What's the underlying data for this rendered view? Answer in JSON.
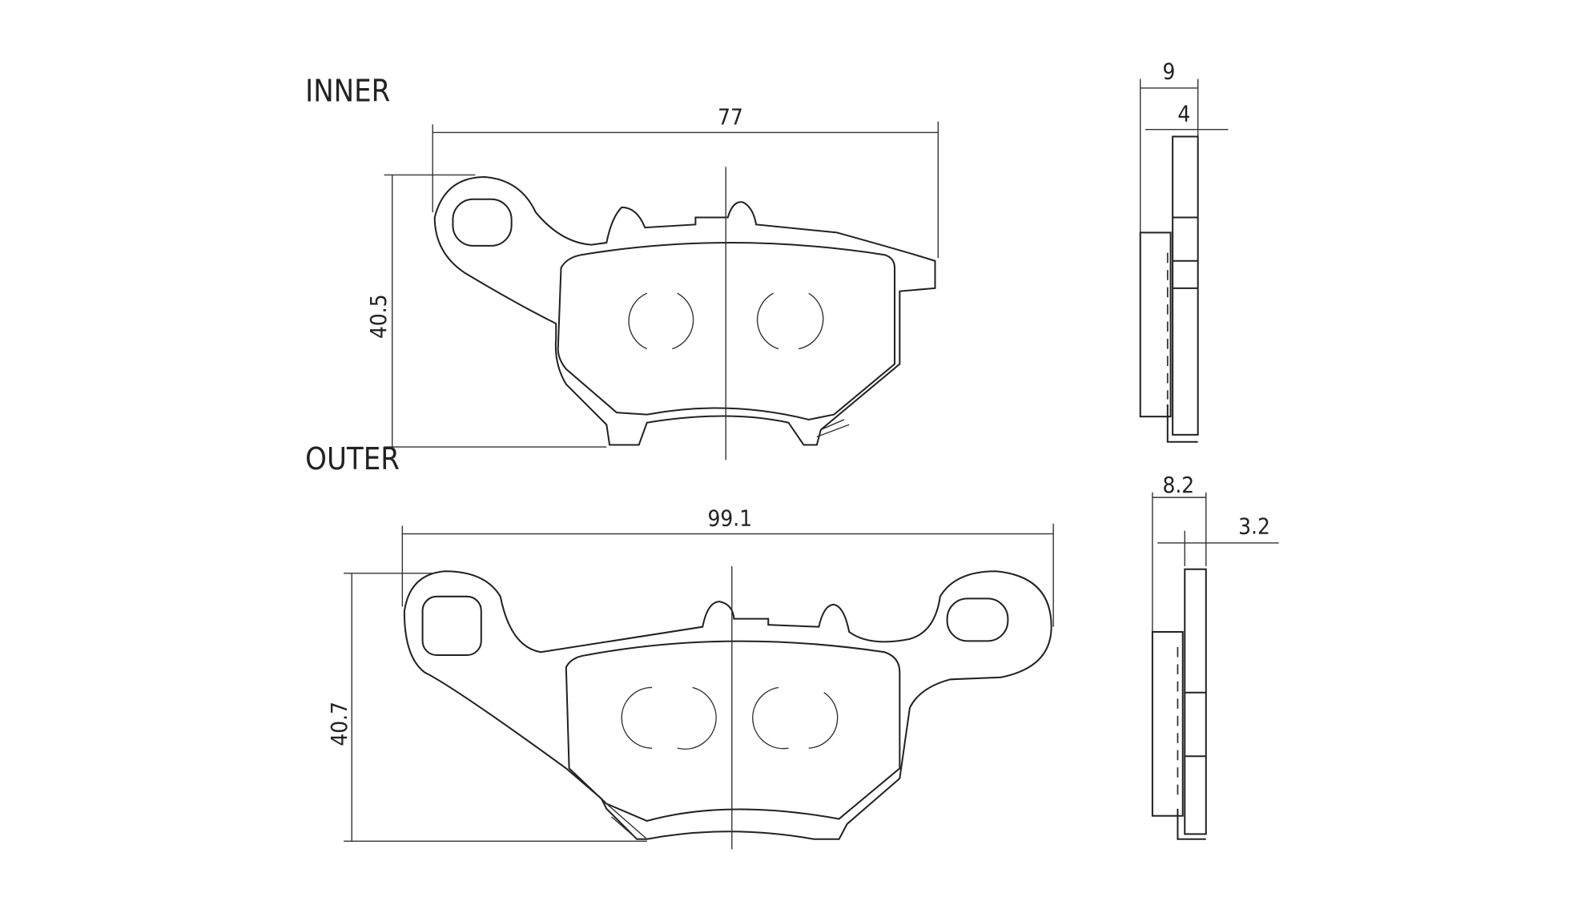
{
  "labels": {
    "inner": "INNER",
    "outer": "OUTER"
  },
  "inner": {
    "width": "77",
    "height": "40.5",
    "thickness_total": "9",
    "thickness_plate": "4"
  },
  "outer": {
    "width": "99.1",
    "height": "40.7",
    "thickness_total": "8.2",
    "thickness_plate": "3.2"
  }
}
